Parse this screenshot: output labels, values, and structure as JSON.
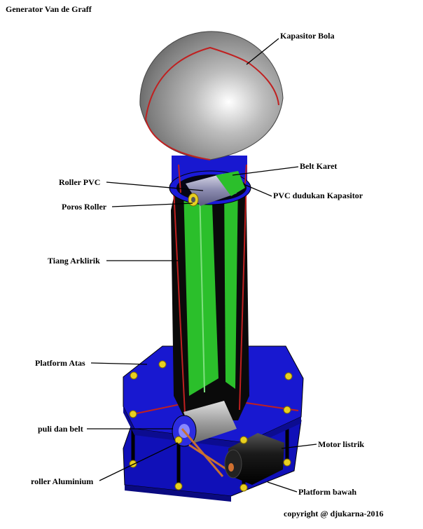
{
  "title": "Generator Van de Graff",
  "labels": {
    "kapasitor_bola": "Kapasitor Bola",
    "belt_karet": "Belt Karet",
    "roller_pvc": "Roller PVC",
    "pvc_dudukan": "PVC dudukan Kapasitor",
    "poros_roller": "Poros Roller",
    "tiang_arklirik": "Tiang Arklirik",
    "platform_atas": "Platform Atas",
    "puli_dan_belt": "puli dan belt",
    "motor_listrik": "Motor listrik",
    "roller_aluminium": "roller Aluminium",
    "platform_bawah": "Platform bawah"
  },
  "copyright": "copyright @ djukarna-2016",
  "colors": {
    "sphere": "#9a9a9a",
    "platform": "#1414c8",
    "column": "#0a0a0a",
    "belt": "#2bbf2b",
    "seam": "#c02020",
    "bolt": "#e8d020"
  }
}
